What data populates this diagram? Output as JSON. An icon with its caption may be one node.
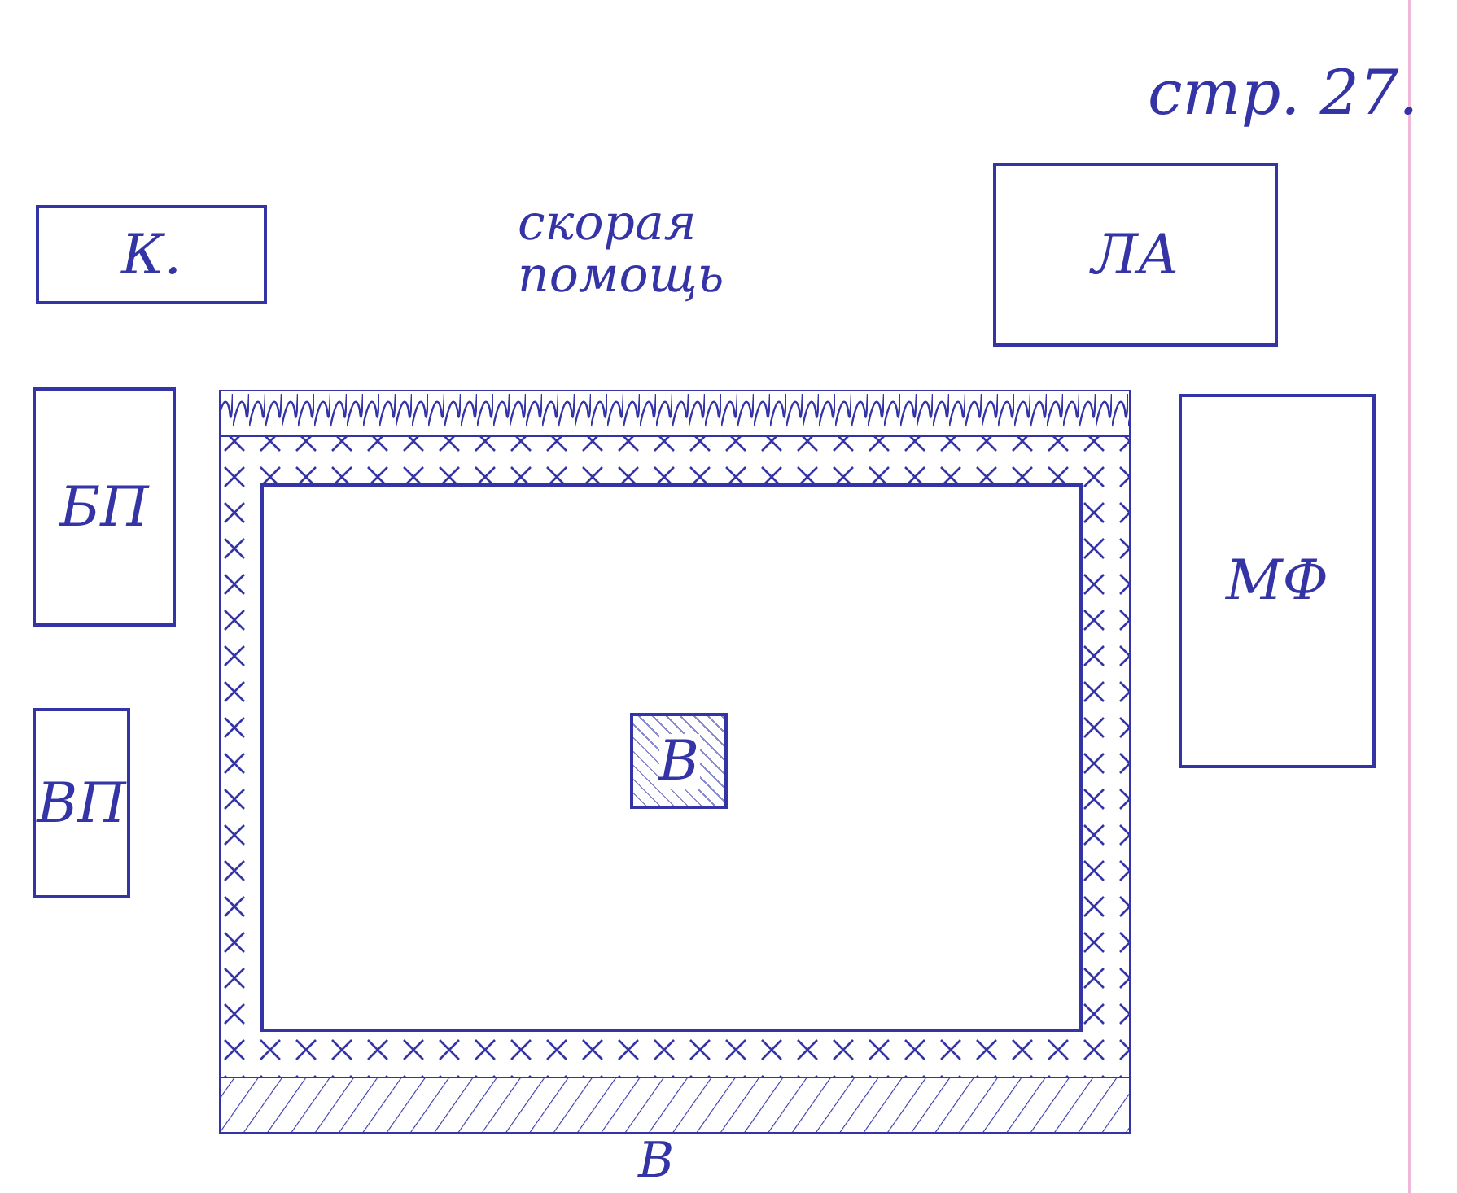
{
  "diagram": {
    "nodes": [
      {
        "text": [
          "К."
        ]
      },
      {
        "text": [
          "ЛА"
        ]
      },
      {
        "text": [
          "БП"
        ]
      },
      {
        "text": [],
        "shape": "box"
      },
      {
        "text": [
          "МФ"
        ]
      },
      {
        "text": [
          "ВП"
        ]
      },
      {
        "text": [
          "В"
        ],
        "in": 3
      }
    ],
    "edges": [],
    "labels": [
      "стр. 27.",
      "скорая помощь",
      "В"
    ]
  }
}
